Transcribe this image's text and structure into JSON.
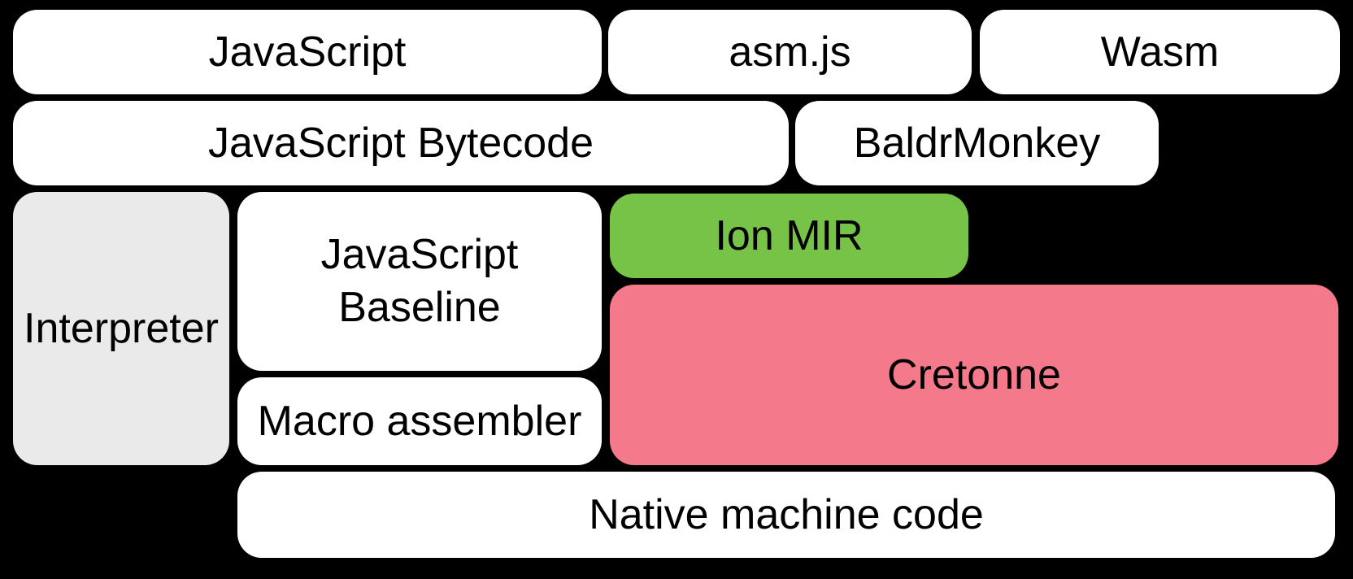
{
  "canvas": {
    "background": "#000000",
    "text_color": "#000000"
  },
  "diagram": {
    "nodes": {
      "javascript": {
        "label": "JavaScript",
        "fill": "#ffffff"
      },
      "asm_js": {
        "label": "asm.js",
        "fill": "#ffffff"
      },
      "wasm": {
        "label": "Wasm",
        "fill": "#ffffff"
      },
      "javascript_bytecode": {
        "label": "JavaScript Bytecode",
        "fill": "#ffffff"
      },
      "baldrmonkey": {
        "label": "BaldrMonkey",
        "fill": "#ffffff"
      },
      "interpreter": {
        "label": "Interpreter",
        "fill": "#eaeaea"
      },
      "javascript_baseline": {
        "label": "JavaScript\nBaseline",
        "fill": "#ffffff"
      },
      "ion_mir": {
        "label": "Ion MIR",
        "fill": "#76c347"
      },
      "cretonne": {
        "label": "Cretonne",
        "fill": "#f4798b"
      },
      "macro_assembler": {
        "label": "Macro assembler",
        "fill": "#ffffff"
      },
      "native_machine_code": {
        "label": "Native machine code",
        "fill": "#ffffff"
      }
    }
  }
}
